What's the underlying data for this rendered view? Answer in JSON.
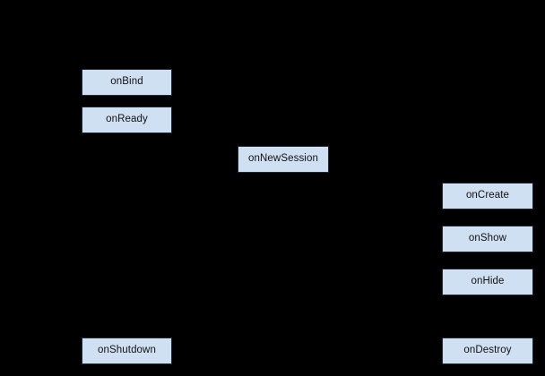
{
  "diagram": {
    "background_color": "#000000",
    "node_fill_color": "#cfe0f2",
    "node_border_color": "#1f2933",
    "node_text_color": "#121212",
    "columns": {
      "left": {
        "nodes": [
          {
            "id": "onBind",
            "label": "onBind"
          },
          {
            "id": "onReady",
            "label": "onReady"
          },
          {
            "id": "onShutdown",
            "label": "onShutdown"
          }
        ]
      },
      "center": {
        "nodes": [
          {
            "id": "onNewSession",
            "label": "onNewSession"
          }
        ]
      },
      "right": {
        "nodes": [
          {
            "id": "onCreate",
            "label": "onCreate"
          },
          {
            "id": "onShow",
            "label": "onShow"
          },
          {
            "id": "onHide",
            "label": "onHide"
          },
          {
            "id": "onDestroy",
            "label": "onDestroy"
          }
        ]
      }
    }
  }
}
